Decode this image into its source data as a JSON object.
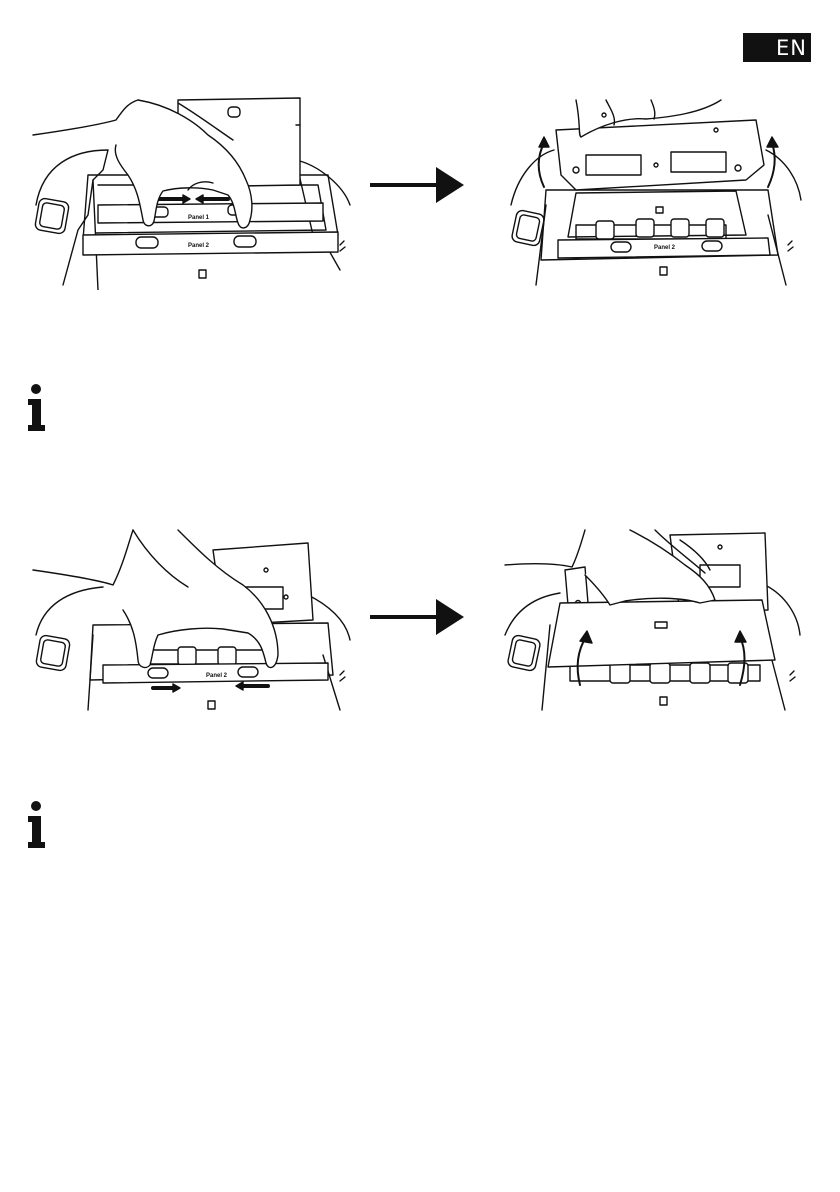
{
  "header": {
    "language_badge": "EN"
  },
  "figures": [
    {
      "labels": [
        "Panel 1",
        "Panel 2"
      ]
    },
    {
      "labels": [
        "Panel 2"
      ]
    },
    {
      "labels": [
        "Panel 2"
      ]
    }
  ],
  "icons": {
    "arrow": "right-arrow-icon",
    "info": "info-icon"
  }
}
